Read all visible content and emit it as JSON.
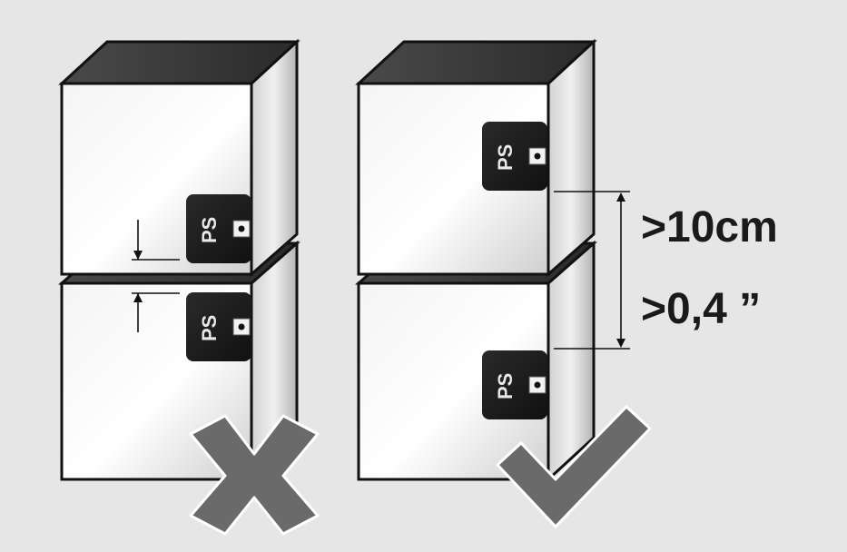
{
  "logo_text": "PS",
  "gap_label_metric": ">10cm",
  "gap_label_imperial": ">0,4 ”",
  "incorrect_mark": "cross-icon",
  "correct_mark": "check-icon",
  "colors": {
    "background": "#e6e6e6",
    "box_top": "#3c3c3c",
    "box_front_light": "#f5f5f5",
    "box_front_shade": "#c4c4c4",
    "sensor": "#1c1c1c",
    "mark": "#6a6a6a",
    "line": "#111111"
  }
}
